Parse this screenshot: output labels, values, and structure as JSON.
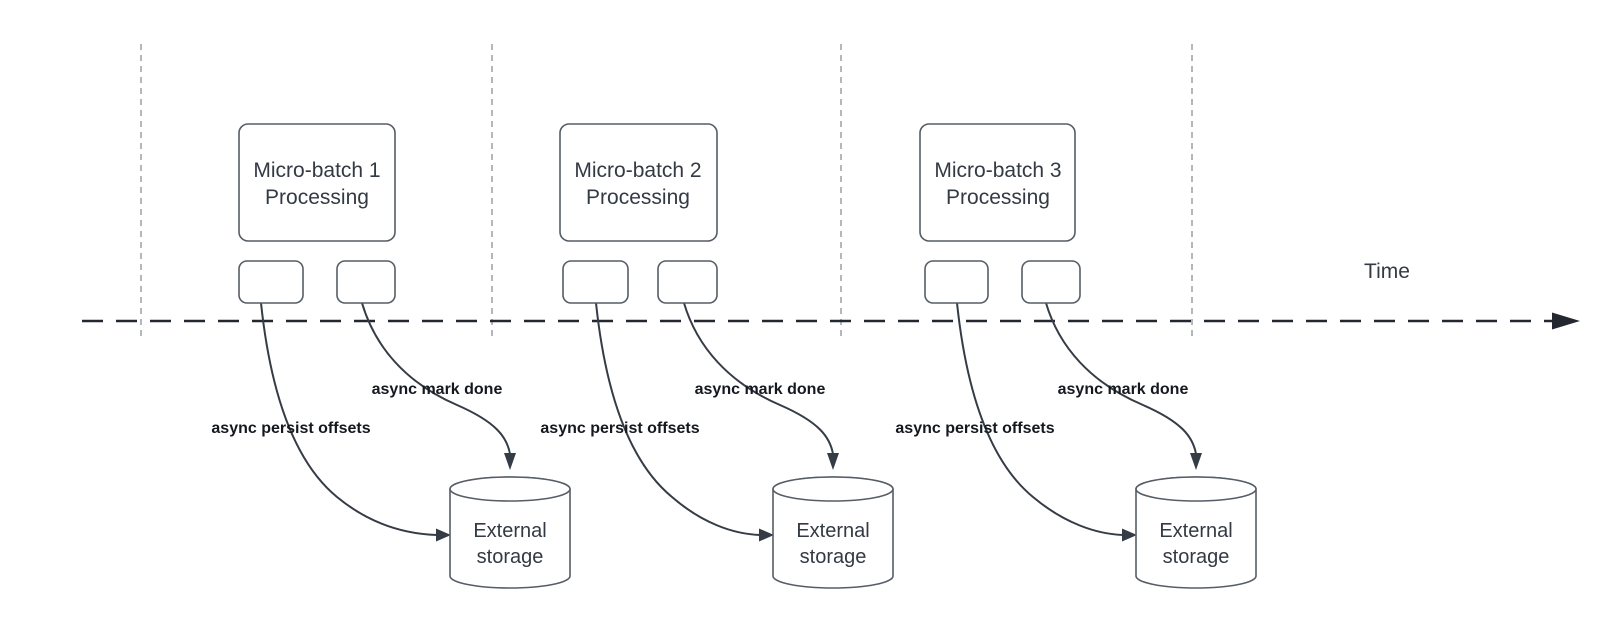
{
  "time_axis": {
    "label": "Time"
  },
  "colors": {
    "background": "#ffffff",
    "shape_stroke": "#565d66",
    "arrow_stroke": "#353c46",
    "timeline_stroke": "#23272f",
    "guide_stroke": "#b4b7bb",
    "shape_text": "#333a44",
    "label_text": "#14181f"
  },
  "batches": [
    {
      "title_line1": "Micro-batch 1",
      "title_line2": "Processing",
      "persist_label": "async persist offsets",
      "done_label": "async mark done",
      "storage_line1": "External",
      "storage_line2": "storage"
    },
    {
      "title_line1": "Micro-batch 2",
      "title_line2": "Processing",
      "persist_label": "async persist offsets",
      "done_label": "async mark done",
      "storage_line1": "External",
      "storage_line2": "storage"
    },
    {
      "title_line1": "Micro-batch 3",
      "title_line2": "Processing",
      "persist_label": "async persist offsets",
      "done_label": "async mark done",
      "storage_line1": "External",
      "storage_line2": "storage"
    }
  ]
}
